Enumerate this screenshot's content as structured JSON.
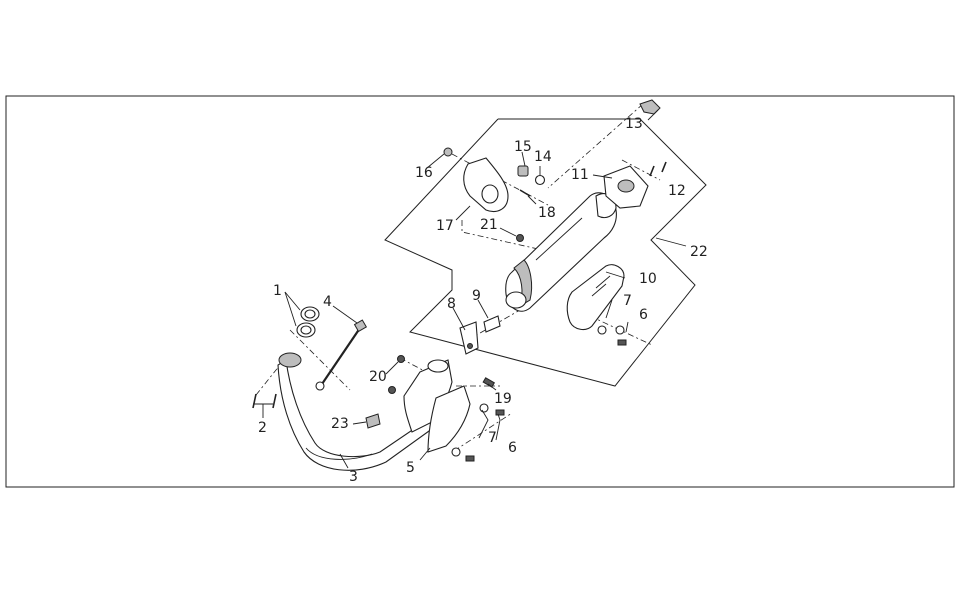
{
  "callouts": [
    {
      "id": "c1",
      "text": "1"
    },
    {
      "id": "c2",
      "text": "2"
    },
    {
      "id": "c3",
      "text": "3"
    },
    {
      "id": "c4",
      "text": "4"
    },
    {
      "id": "c5",
      "text": "5"
    },
    {
      "id": "c6a",
      "text": "6"
    },
    {
      "id": "c6b",
      "text": "6"
    },
    {
      "id": "c7a",
      "text": "7"
    },
    {
      "id": "c7b",
      "text": "7"
    },
    {
      "id": "c8",
      "text": "8"
    },
    {
      "id": "c9",
      "text": "9"
    },
    {
      "id": "c10",
      "text": "10"
    },
    {
      "id": "c11",
      "text": "11"
    },
    {
      "id": "c12",
      "text": "12"
    },
    {
      "id": "c13",
      "text": "13"
    },
    {
      "id": "c14",
      "text": "14"
    },
    {
      "id": "c15",
      "text": "15"
    },
    {
      "id": "c16",
      "text": "16"
    },
    {
      "id": "c17",
      "text": "17"
    },
    {
      "id": "c18",
      "text": "18"
    },
    {
      "id": "c19",
      "text": "19"
    },
    {
      "id": "c20",
      "text": "20"
    },
    {
      "id": "c21",
      "text": "21"
    },
    {
      "id": "c22",
      "text": "22"
    },
    {
      "id": "c23",
      "text": "23"
    }
  ],
  "colors": {
    "line": "#222222",
    "background": "#ffffff",
    "shade": "#bdbdbd"
  }
}
